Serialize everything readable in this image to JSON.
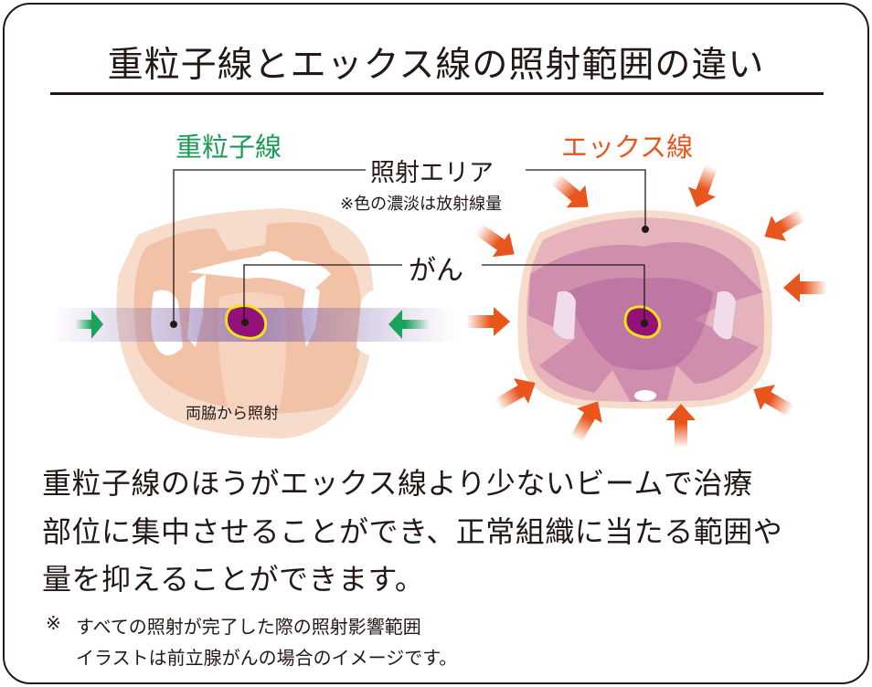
{
  "title": "重粒子線とエックス線の照射範囲の違い",
  "labels": {
    "heavy_ion": "重粒子線",
    "xray": "エックス線",
    "irradiation_area": "照射エリア",
    "shade_note": "※色の濃淡は放射線量",
    "cancer": "がん",
    "both_sides": "両脇から照射"
  },
  "description": [
    "重粒子線のほうがエックス線より少ないビームで治療",
    "部位に集中させることができ、正常組織に当たる範囲や",
    "量を抑えることができます。"
  ],
  "notes": {
    "mark": "※",
    "line1": "すべての照射が完了した際の照射影響範囲",
    "line2": "イラストは前立腺がんの場合のイメージです。"
  },
  "colors": {
    "heavy_ion": "#1a9a55",
    "xray": "#e8561e",
    "tumor": "#93127a",
    "tumor_outline": "#f2e21a"
  }
}
